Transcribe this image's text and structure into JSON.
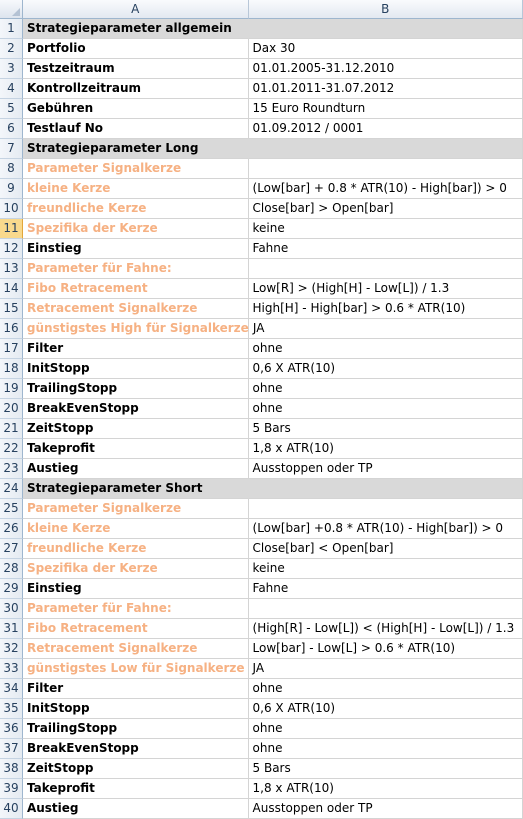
{
  "columns": [
    "A",
    "B"
  ],
  "selected_row": 11,
  "rows": [
    {
      "n": "1",
      "a": "Strategieparameter allgemein",
      "b": "",
      "style": "section"
    },
    {
      "n": "2",
      "a": "Portfolio",
      "b": "Dax 30",
      "style": "bold"
    },
    {
      "n": "3",
      "a": "Testzeitraum",
      "b": "01.01.2005-31.12.2010",
      "style": "bold"
    },
    {
      "n": "4",
      "a": "Kontrollzeitraum",
      "b": "01.01.2011-31.07.2012",
      "style": "bold"
    },
    {
      "n": "5",
      "a": "Gebühren",
      "b": "15 Euro Roundturn",
      "style": "bold"
    },
    {
      "n": "6",
      "a": "Testlauf No",
      "b": "01.09.2012 / 0001",
      "style": "bold"
    },
    {
      "n": "7",
      "a": "Strategieparameter Long",
      "b": "",
      "style": "section"
    },
    {
      "n": "8",
      "a": "Parameter Signalkerze",
      "b": "",
      "style": "orange"
    },
    {
      "n": "9",
      "a": "kleine Kerze",
      "b": "(Low[bar] + 0.8 * ATR(10) - High[bar]) > 0",
      "style": "orange"
    },
    {
      "n": "10",
      "a": "freundliche Kerze",
      "b": "Close[bar] > Open[bar]",
      "style": "orange"
    },
    {
      "n": "11",
      "a": "Spezifika der Kerze",
      "b": "keine",
      "style": "orange"
    },
    {
      "n": "12",
      "a": "Einstieg",
      "b": "Fahne",
      "style": "bold"
    },
    {
      "n": "13",
      "a": "Parameter für Fahne:",
      "b": "",
      "style": "orange"
    },
    {
      "n": "14",
      "a": "Fibo Retracement",
      "b": "Low[R] > (High[H] - Low[L]) / 1.3",
      "style": "orange"
    },
    {
      "n": "15",
      "a": "Retracement Signalkerze",
      "b": "High[H] - High[bar] > 0.6 * ATR(10)",
      "style": "orange"
    },
    {
      "n": "16",
      "a": "günstigstes High für Signalkerze",
      "b": "JA",
      "style": "orange"
    },
    {
      "n": "17",
      "a": "Filter",
      "b": "ohne",
      "style": "bold"
    },
    {
      "n": "18",
      "a": "InitStopp",
      "b": "0,6 X ATR(10)",
      "style": "bold"
    },
    {
      "n": "19",
      "a": "TrailingStopp",
      "b": "ohne",
      "style": "bold"
    },
    {
      "n": "20",
      "a": "BreakEvenStopp",
      "b": "ohne",
      "style": "bold"
    },
    {
      "n": "21",
      "a": "ZeitStopp",
      "b": "5 Bars",
      "style": "bold"
    },
    {
      "n": "22",
      "a": "Takeprofit",
      "b": "1,8 x ATR(10)",
      "style": "bold"
    },
    {
      "n": "23",
      "a": "Austieg",
      "b": "Ausstoppen oder TP",
      "style": "bold"
    },
    {
      "n": "24",
      "a": "Strategieparameter Short",
      "b": "",
      "style": "section"
    },
    {
      "n": "25",
      "a": "Parameter Signalkerze",
      "b": "",
      "style": "orange"
    },
    {
      "n": "26",
      "a": "kleine Kerze",
      "b": "(Low[bar] +0.8 * ATR(10) - High[bar]) > 0",
      "style": "orange"
    },
    {
      "n": "27",
      "a": "freundliche Kerze",
      "b": "Close[bar] < Open[bar]",
      "style": "orange"
    },
    {
      "n": "28",
      "a": "Spezifika der Kerze",
      "b": "keine",
      "style": "orange"
    },
    {
      "n": "29",
      "a": "Einstieg",
      "b": "Fahne",
      "style": "bold"
    },
    {
      "n": "30",
      "a": "Parameter für Fahne:",
      "b": "",
      "style": "orange"
    },
    {
      "n": "31",
      "a": "Fibo Retracement",
      "b": "(High[R] - Low[L]) < (High[H] - Low[L]) / 1.3",
      "style": "orange"
    },
    {
      "n": "32",
      "a": "Retracement Signalkerze",
      "b": "Low[bar] - Low[L]  > 0.6 * ATR(10)",
      "style": "orange"
    },
    {
      "n": "33",
      "a": "günstigstes Low für Signalkerze",
      "b": "JA",
      "style": "orange"
    },
    {
      "n": "34",
      "a": "Filter",
      "b": "ohne",
      "style": "bold"
    },
    {
      "n": "35",
      "a": "InitStopp",
      "b": "0,6 X ATR(10)",
      "style": "bold"
    },
    {
      "n": "36",
      "a": "TrailingStopp",
      "b": "ohne",
      "style": "bold"
    },
    {
      "n": "37",
      "a": "BreakEvenStopp",
      "b": "ohne",
      "style": "bold"
    },
    {
      "n": "38",
      "a": "ZeitStopp",
      "b": "5 Bars",
      "style": "bold"
    },
    {
      "n": "39",
      "a": "Takeprofit",
      "b": "1,8 x ATR(10)",
      "style": "bold"
    },
    {
      "n": "40",
      "a": "Austieg",
      "b": "Ausstoppen oder TP",
      "style": "bold"
    }
  ],
  "colors": {
    "section_fill": "#d9d9d9",
    "orange_text": "#f6b183",
    "selected_row_header": "#f9d98d"
  }
}
